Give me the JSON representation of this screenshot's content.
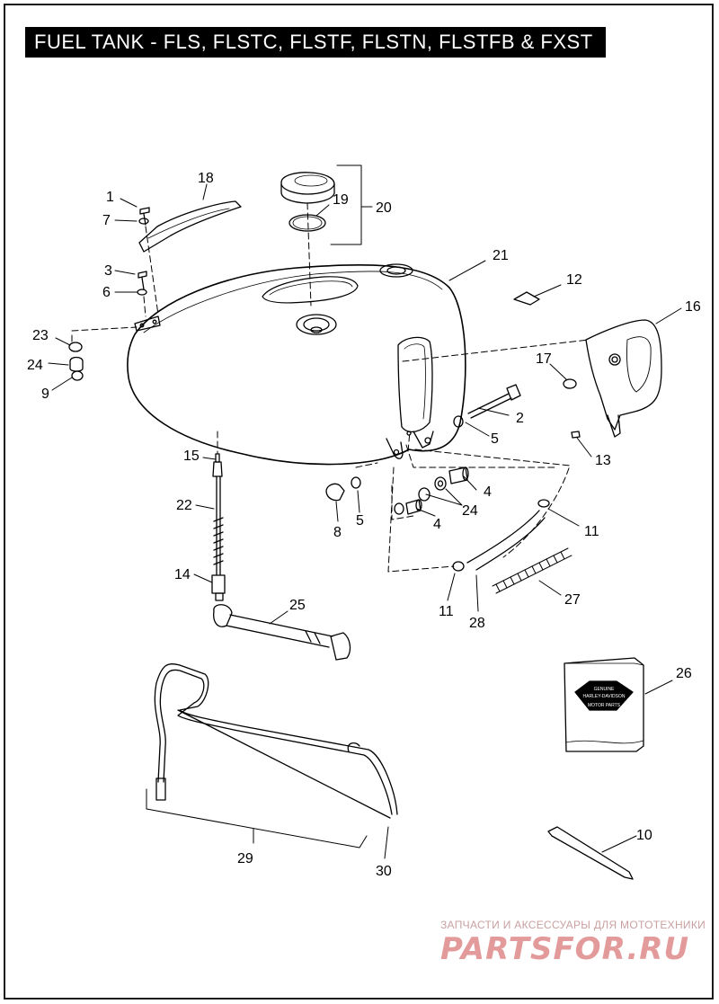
{
  "title": "FUEL TANK - FLS, FLSTC, FLSTF, FLSTN, FLSTFB & FXST",
  "callouts": {
    "c1": "1",
    "c7": "7",
    "c3": "3",
    "c6": "6",
    "c18": "18",
    "c19": "19",
    "c20": "20",
    "c21": "21",
    "c12": "12",
    "c16": "16",
    "c23": "23",
    "c24a": "24",
    "c9": "9",
    "c17": "17",
    "c2": "2",
    "c5a": "5",
    "c13": "13",
    "c15": "15",
    "c4a": "4",
    "c22": "22",
    "c24b": "24",
    "c8": "8",
    "c5b": "5",
    "c4b": "4",
    "c11a": "11",
    "c14": "14",
    "c11b": "11",
    "c27": "27",
    "c28": "28",
    "c25": "25",
    "c26": "26",
    "c10": "10",
    "c29": "29",
    "c30": "30"
  },
  "box_label": {
    "line1": "GENUINE",
    "line2": "HARLEY-DAVIDSON",
    "line3": "MOTOR PARTS"
  },
  "watermark": {
    "tagline": "ЗАПЧАСТИ И АКСЕССУАРЫ ДЛЯ МОТОТЕХНИКИ",
    "logo": "PARTSFOR.RU"
  }
}
